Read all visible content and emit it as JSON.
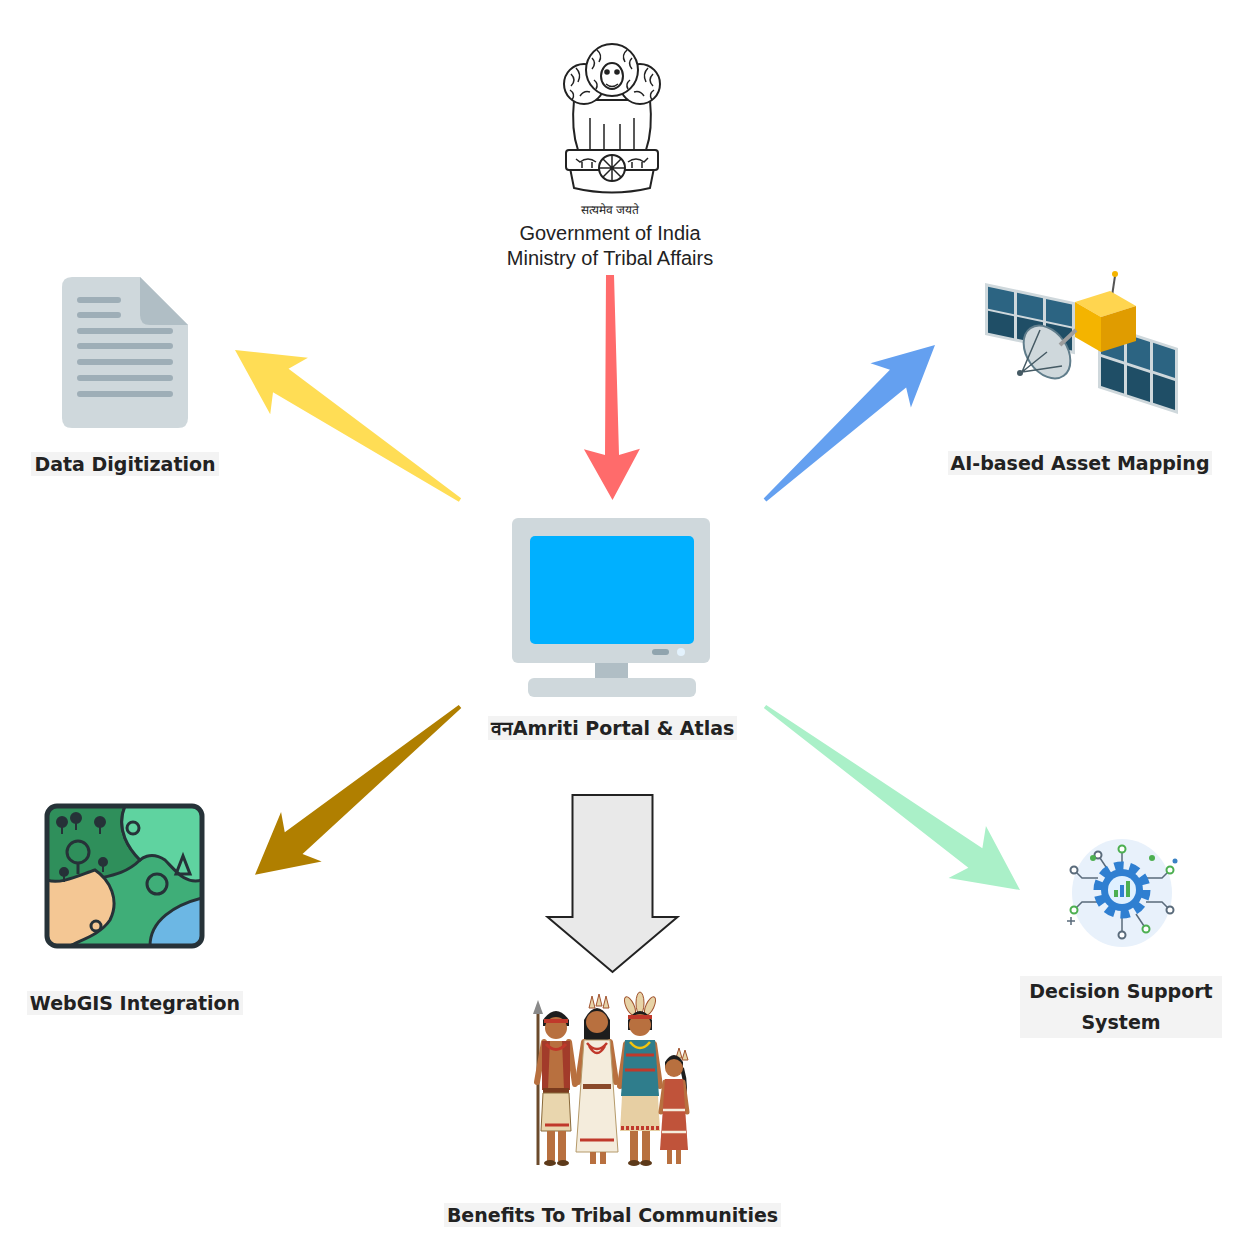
{
  "diagram": {
    "nodes": [
      {
        "text": [
          "सत्यमेव जयते",
          "Government of India Ministry of Tribal Affairs"
        ]
      },
      {
        "text": [
          "Data Digitization"
        ]
      },
      {
        "text": [
          "AI-based Asset Mapping"
        ]
      },
      {
        "text": [
          "वनAmriti Portal & Atlas"
        ]
      },
      {
        "text": [
          "WebGIS Integration"
        ]
      },
      {
        "text": [
          "Decision Support System"
        ]
      },
      {
        "text": [
          "Benefits To Tribal Communities"
        ]
      }
    ],
    "edges": [
      {
        "from": 0,
        "to": 3,
        "arrow": "to"
      },
      {
        "from": 3,
        "to": 1,
        "arrow": "to"
      },
      {
        "from": 3,
        "to": 2,
        "arrow": "to"
      },
      {
        "from": 3,
        "to": 4,
        "arrow": "to"
      },
      {
        "from": 3,
        "to": 5,
        "arrow": "to"
      },
      {
        "from": 3,
        "to": 6,
        "arrow": "to"
      }
    ]
  }
}
